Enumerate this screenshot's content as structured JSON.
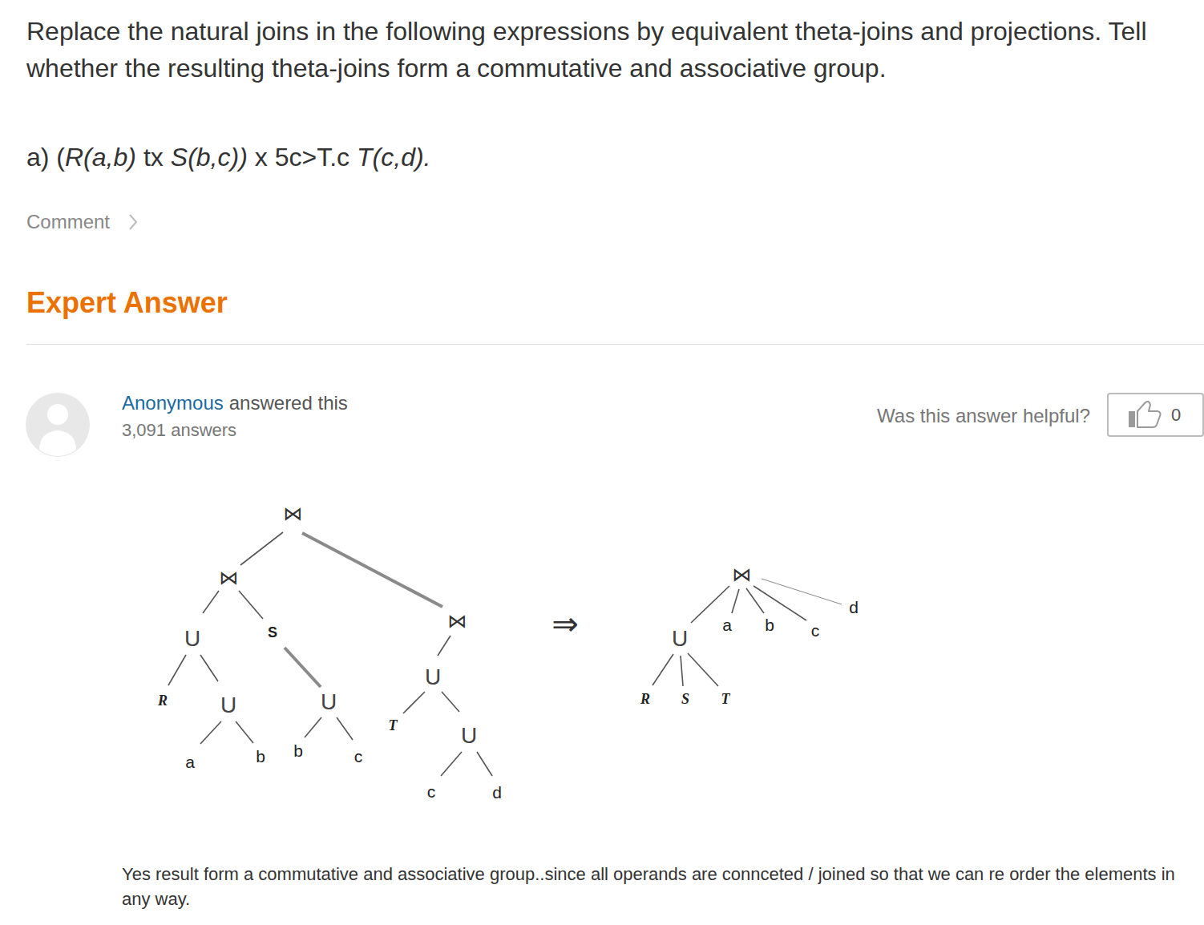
{
  "diagram": {
    "nodes": [
      {
        "text": [
          "0"
        ]
      }
    ],
    "labels": [
      "Replace the natural joins in the following expressions by equivalent theta-joins and projections. Tell whether the resulting theta-joins form a commutative and associative group.",
      "a) (",
      "R(a,b)",
      "tx",
      "S(b,c))",
      "x 5c>T.c",
      "T(c,d).",
      "Comment",
      "Expert Answer",
      "Anonymous",
      "answered this",
      "3,091 answers",
      "Was this answer helpful?",
      "⋈",
      "⋈",
      "U",
      "S",
      "R",
      "U",
      "a",
      "b",
      "U",
      "b",
      "c",
      "⋈",
      "U",
      "T",
      "U",
      "c",
      "d",
      "⇒",
      "⋈",
      "U",
      "a",
      "b",
      "c",
      "d",
      "R",
      "S",
      "T",
      "Yes result form a commutative and associative group..since all operands are connceted / joined so that we can re order the elements in any way."
    ]
  }
}
